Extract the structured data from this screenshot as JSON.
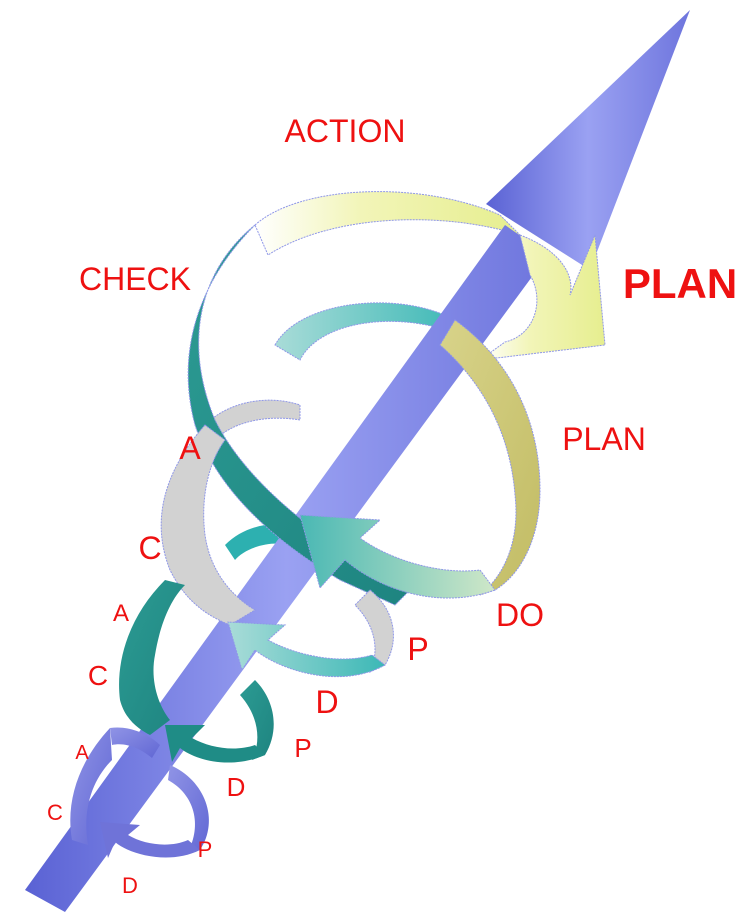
{
  "diagram": {
    "colors": {
      "text": "#ee1111",
      "main_arrow": "#7f86ea",
      "ribbon_yellow": "#eef3a8",
      "ribbon_olive": "#cfc97a",
      "ribbon_teal": "#27938e",
      "ribbon_cyan": "#43bcba",
      "ribbon_gray": "#d2d2d2",
      "ribbon_blue": "#7b7fdd",
      "outline": "#8f97e8"
    },
    "cycles": [
      {
        "level": 1,
        "action": "ACTION",
        "check": "CHECK",
        "plan": "PLAN",
        "do": "DO",
        "next_plan": "PLAN"
      },
      {
        "level": 2,
        "action": "A",
        "check": "C",
        "plan": "P",
        "do": "D"
      },
      {
        "level": 3,
        "action": "A",
        "check": "C",
        "plan": "P",
        "do": "D"
      },
      {
        "level": 4,
        "action": "A",
        "check": "C",
        "plan": "P",
        "do": "D"
      }
    ]
  }
}
